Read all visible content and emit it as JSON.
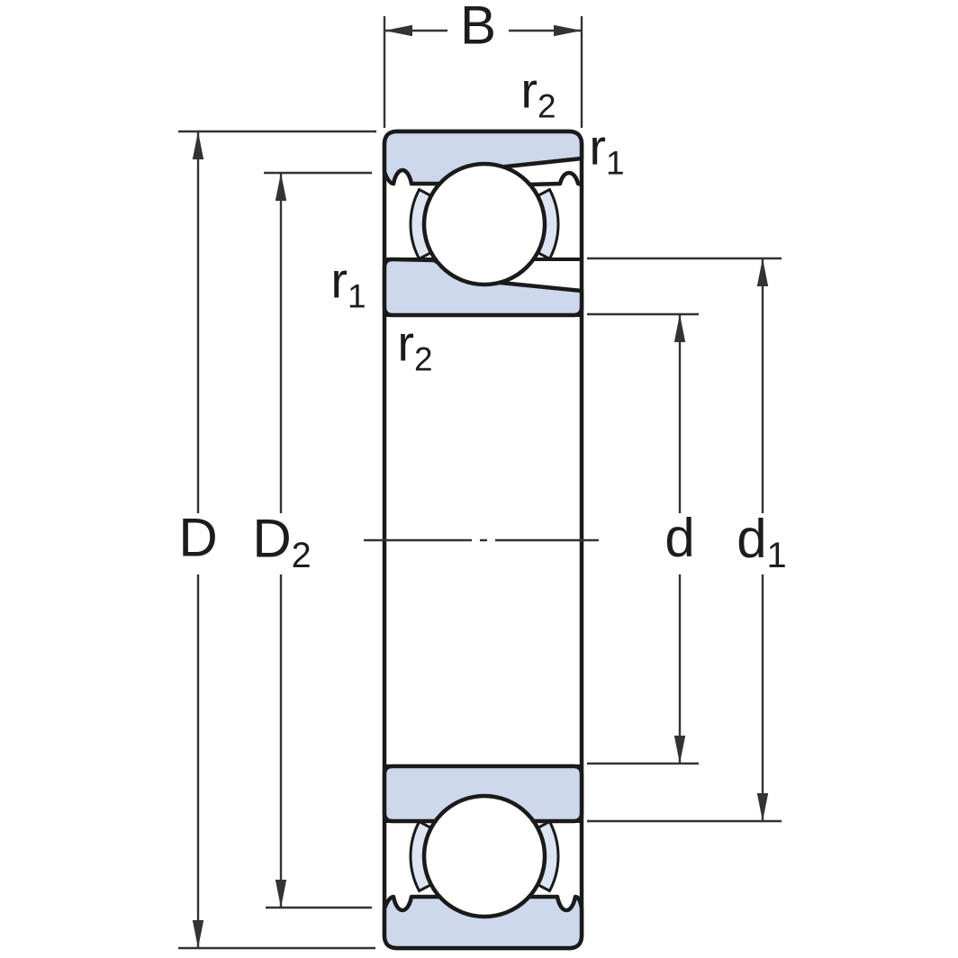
{
  "diagram": {
    "dimension_labels": {
      "B": {
        "main": "B",
        "sub": ""
      },
      "D": {
        "main": "D",
        "sub": ""
      },
      "D2": {
        "main": "D",
        "sub": "2"
      },
      "d": {
        "main": "d",
        "sub": ""
      },
      "d1": {
        "main": "d",
        "sub": "1"
      },
      "r1": {
        "main": "r",
        "sub": "1"
      },
      "r2": {
        "main": "r",
        "sub": "2"
      }
    },
    "colors": {
      "ring_fill": "#cdd8ec",
      "outline": "#1a1a1a",
      "dimension_lines": "#333333",
      "background": "#ffffff"
    }
  }
}
